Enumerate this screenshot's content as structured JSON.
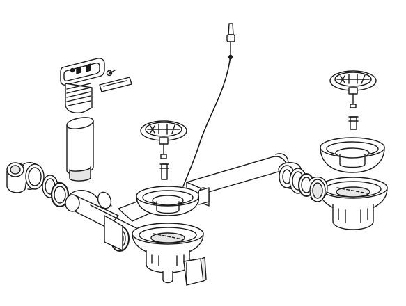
{
  "diagram": {
    "colors": {
      "stroke": "#1a1a1a",
      "fill": "#ffffff",
      "shade": "#e6e6e6",
      "dark": "#555555"
    },
    "parts": [
      "overflow-cover",
      "overflow-screw",
      "overflow-plate",
      "overflow-tube",
      "bowl-waste-left",
      "bowl-waste-right",
      "basket-strainer-left",
      "basket-strainer-right",
      "pop-up-cable",
      "connecting-pipe",
      "trap",
      "side-outlet"
    ]
  }
}
